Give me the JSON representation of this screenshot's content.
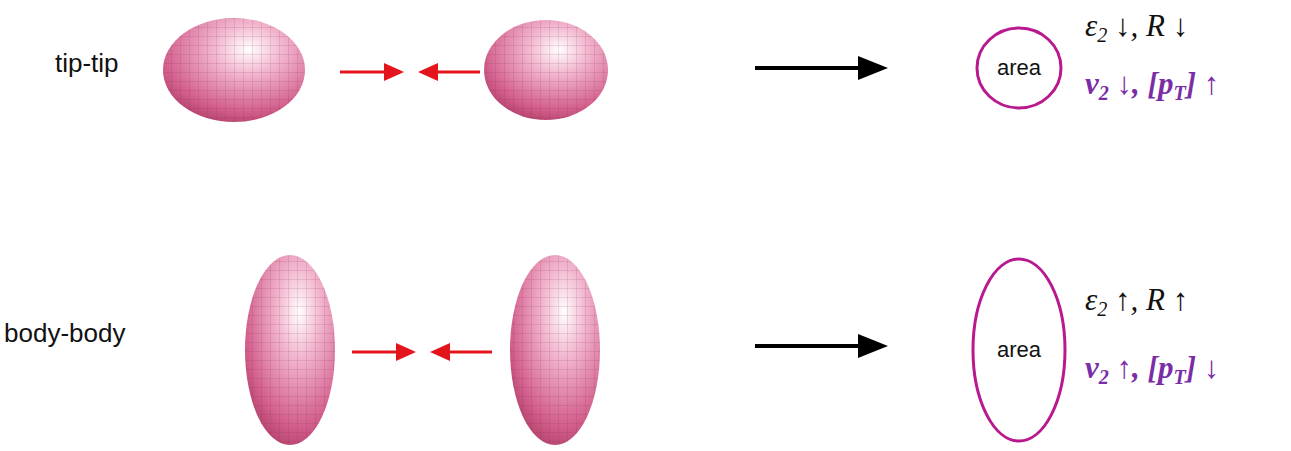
{
  "diagram": {
    "nodes": [
      {
        "text": [
          "area"
        ]
      },
      {
        "text": [
          "area"
        ]
      }
    ],
    "labels": [
      "tip-tip",
      "ε2 ↓, R ↓",
      "v2 ↓, [pT] ↑",
      "body-body",
      "ε2 ↑, R ↑",
      "v2 ↑, [pT] ↓"
    ]
  }
}
